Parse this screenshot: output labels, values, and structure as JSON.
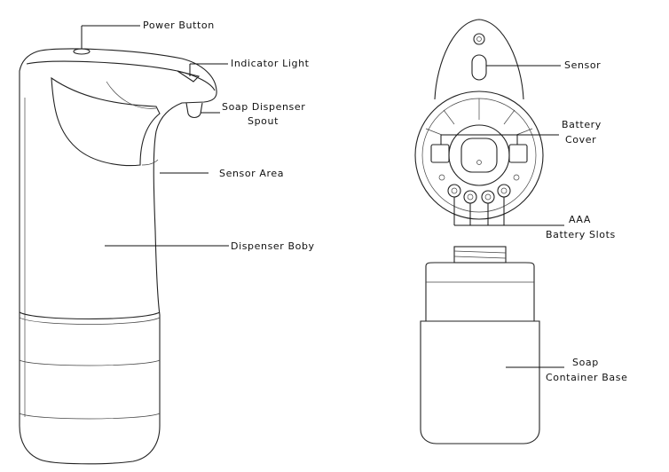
{
  "labels": {
    "power_button": "Power Button",
    "indicator_light": "Indicator Light",
    "spout_line1": "Soap Dispenser",
    "spout_line2": "Spout",
    "sensor_area": "Sensor Area",
    "dispenser_body": "Dispenser Boby",
    "sensor": "Sensor",
    "battery_cover_line1": "Battery",
    "battery_cover_line2": "Cover",
    "aaa_line1": "AAA",
    "aaa_line2": "Battery Slots",
    "soap_base_line1": "Soap",
    "soap_base_line2": "Container Base"
  }
}
